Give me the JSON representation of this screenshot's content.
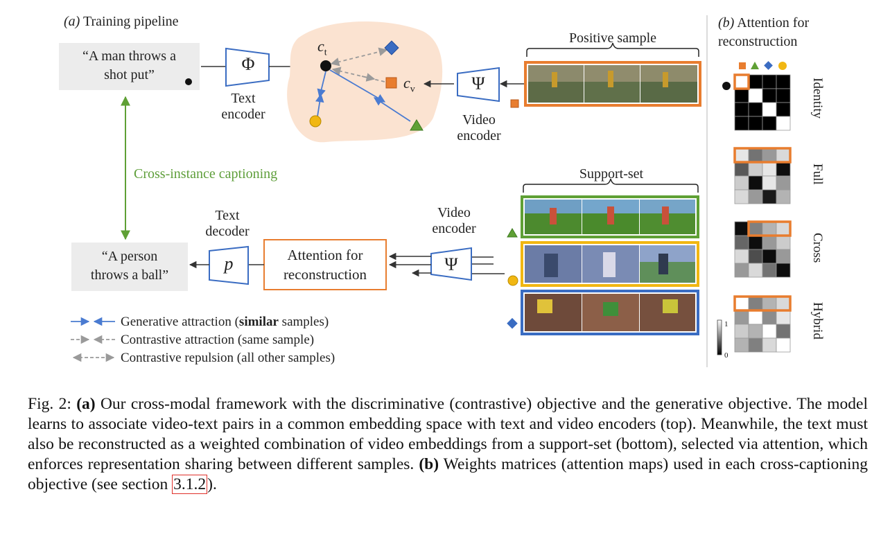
{
  "panel_a": {
    "title_prefix": "(a)",
    "title": "Training pipeline",
    "query_text_line1": "“A man throws a",
    "query_text_line2": "shot put”",
    "text_encoder_symbol": "Φ",
    "text_encoder_line1": "Text",
    "text_encoder_line2": "encoder",
    "ct_symbol": "c",
    "ct_sub": "t",
    "cv_symbol": "c",
    "cv_sub": "v",
    "video_encoder_symbol": "Ψ",
    "video_encoder_line1": "Video",
    "video_encoder_line2": "encoder",
    "positive_sample_label": "Positive sample",
    "cross_instance_label": "Cross-instance captioning",
    "support_set_label": "Support-set",
    "video_encoder2_line1": "Video",
    "video_encoder2_line2": "encoder",
    "text_decoder_line1": "Text",
    "text_decoder_line2": "decoder",
    "decoder_symbol": "p",
    "attention_line1": "Attention for",
    "attention_line2": "reconstruction",
    "output_text_line1": "“A person",
    "output_text_line2": "throws a ball”",
    "legend": {
      "generative_pre": "Generative attraction (",
      "generative_bold": "similar",
      "generative_post": " samples)",
      "contrastive_attraction": "Contrastive attraction (same sample)",
      "contrastive_repulsion": "Contrastive repulsion (all other samples)"
    }
  },
  "panel_b": {
    "title_prefix": "(b)",
    "title_line1": "Attention for",
    "title_line2": "reconstruction",
    "matrices": [
      {
        "name": "Identity",
        "cells": [
          [
            1,
            0,
            0,
            0
          ],
          [
            0,
            1,
            0,
            0
          ],
          [
            0,
            0,
            1,
            0
          ],
          [
            0,
            0,
            0,
            1
          ]
        ]
      },
      {
        "name": "Full",
        "cells": [
          [
            0.9,
            0.45,
            0.6,
            0.85
          ],
          [
            0.35,
            0.8,
            0.9,
            0.05
          ],
          [
            0.8,
            0.05,
            0.9,
            0.6
          ],
          [
            0.85,
            0.6,
            0.1,
            0.7
          ]
        ]
      },
      {
        "name": "Cross",
        "cells": [
          [
            0.05,
            0.5,
            0.7,
            0.85
          ],
          [
            0.4,
            0.05,
            0.6,
            0.8
          ],
          [
            0.85,
            0.3,
            0.05,
            0.6
          ],
          [
            0.6,
            0.85,
            0.45,
            0.05
          ]
        ]
      },
      {
        "name": "Hybrid",
        "cells": [
          [
            1,
            0.5,
            0.7,
            0.85
          ],
          [
            0.6,
            1,
            0.55,
            0.9
          ],
          [
            0.8,
            0.7,
            1,
            0.45
          ],
          [
            0.7,
            0.5,
            0.85,
            1
          ]
        ]
      }
    ],
    "colorbar_max": "1",
    "colorbar_min": "0"
  },
  "colors": {
    "orange": "#e87d2f",
    "green": "#5fa035",
    "yellow": "#f1b712",
    "blue": "#3a6cc2",
    "arrow_blue": "#4a7bd1",
    "gray": "#9a9a9a",
    "text_green": "#5e9e3a"
  },
  "caption": {
    "fig": "Fig. 2:",
    "a_label": "(a)",
    "part1": "Our cross-modal framework with the discriminative (contrastive) objective and the generative objective. The model learns to associate video-text pairs in a common embedding space with text and video encoders (top). Meanwhile, the text must also be reconstructed as a weighted combination of video embeddings from a support-set (bottom), selected via attention, which enforces representation sharing between different samples.",
    "b_label": "(b)",
    "part2": "Weights matrices (attention maps) used in each cross-captioning objective (see section",
    "section_ref": "3.1.2",
    "end": ")."
  }
}
